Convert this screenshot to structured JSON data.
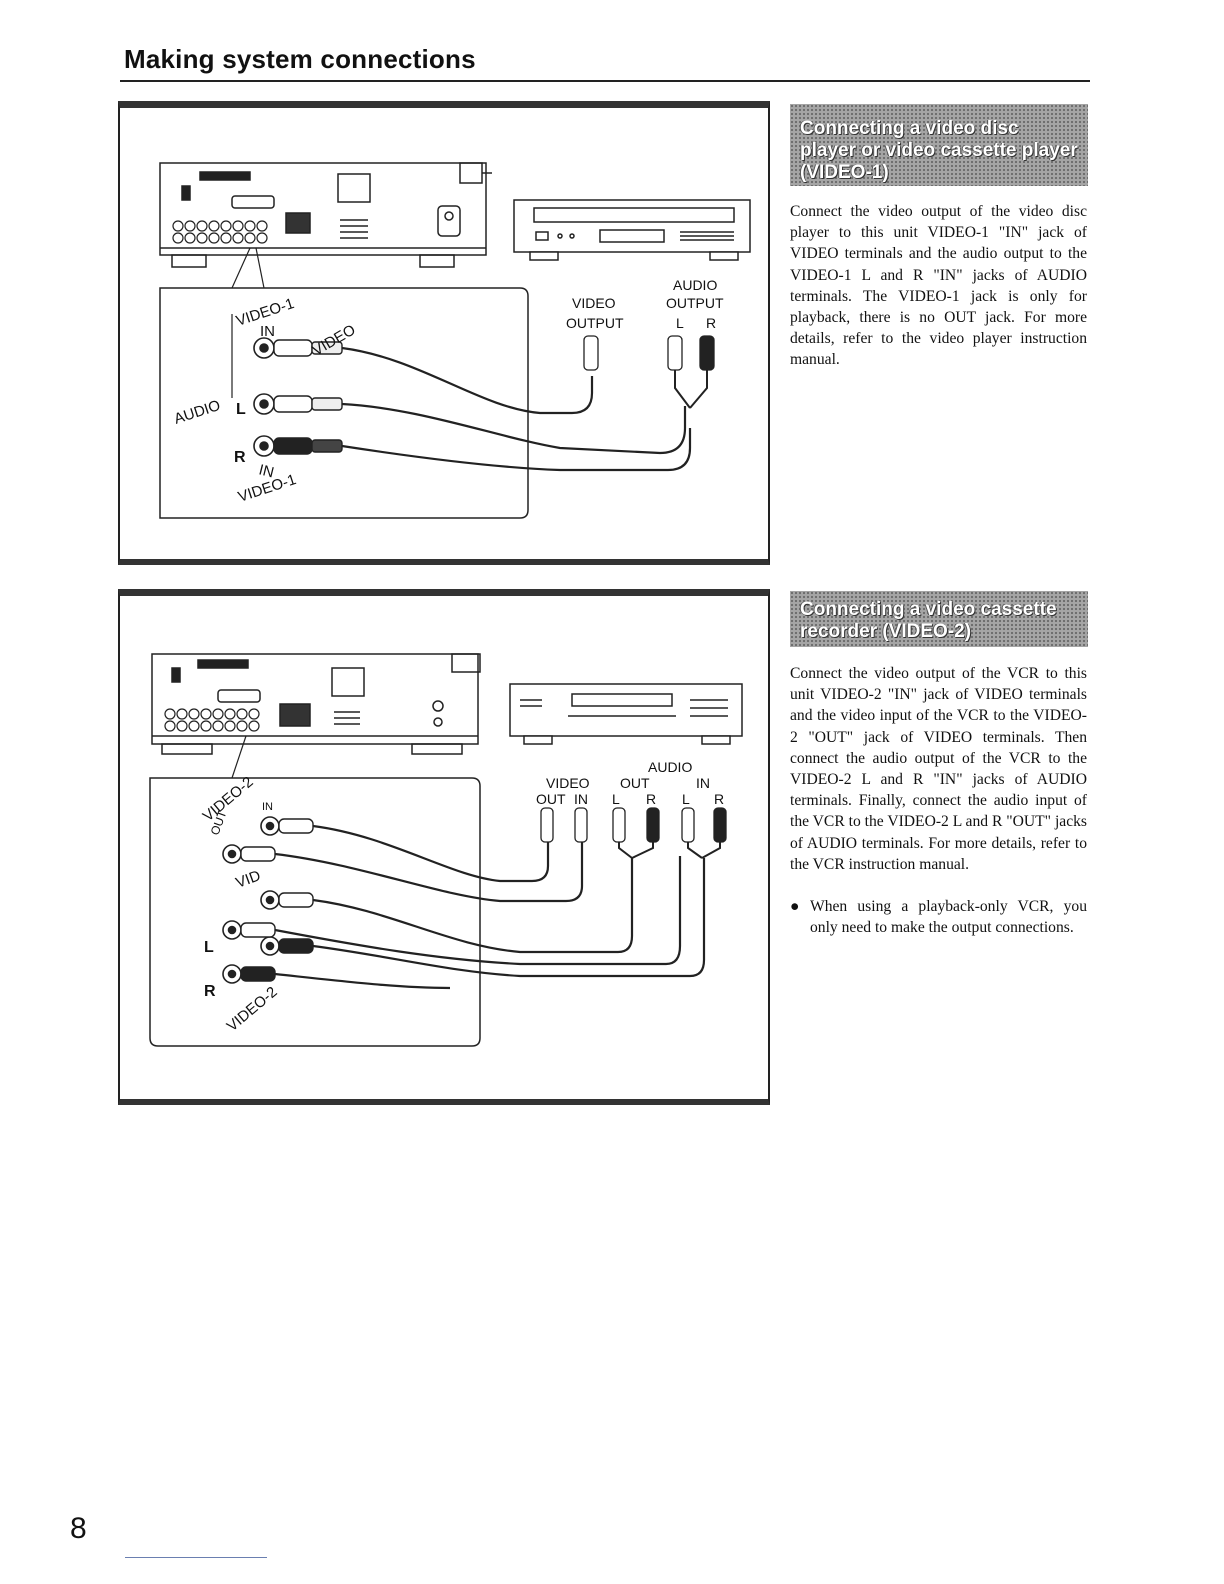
{
  "page": {
    "title": "Making system connections",
    "page_number": "8"
  },
  "section1": {
    "heading": "Connecting a video disc player or video cassette player (VIDEO-1)",
    "body": "Connect the video output of the video disc player to this unit VIDEO-1 \"IN\" jack of VIDEO terminals and the audio output to the VIDEO-1 L and R \"IN\" jacks of AUDIO terminals. The VIDEO-1 jack is only for playback, there is no OUT jack. For more details, refer to the video player instruction manual."
  },
  "section2": {
    "heading": "Connecting a video cassette recorder (VIDEO-2)",
    "body": "Connect the video output of the VCR to this unit VIDEO-2 \"IN\" jack of VIDEO terminals and the video input of the VCR to the VIDEO-2 \"OUT\" jack of VIDEO terminals. Then connect the audio output of the VCR to the VIDEO-2 L and R \"IN\" jacks of AUDIO terminals. Finally, connect the audio input of the VCR to the VIDEO-2 L and R \"OUT\" jacks of AUDIO terminals. For more details, refer to the VCR instruction manual.",
    "note": "When using a playback-only VCR, you only need to make the output connections."
  },
  "figure1": {
    "video_output": "VIDEO\nOUTPUT",
    "audio": "AUDIO",
    "output": "OUTPUT",
    "l": "L",
    "r": "R",
    "video1_top": "VIDEO-1",
    "in_top": "IN",
    "video_word": "VIDEO",
    "audio_side": "AUDIO",
    "l_side": "L",
    "r_side": "R",
    "in_bottom": "IN",
    "video1_bottom": "VIDEO-1"
  },
  "figure2": {
    "audio": "AUDIO",
    "video": "VIDEO",
    "out": "OUT",
    "in": "IN",
    "audio_out": "OUT",
    "audio_in": "IN",
    "l1": "L",
    "r1": "R",
    "l2": "L",
    "r2": "R",
    "video2_top": "VIDEO-2",
    "in_small": "IN",
    "out_small": "OUT",
    "vid": "VID",
    "l_side": "L",
    "r_side": "R",
    "video2_bottom": "VIDEO-2"
  }
}
